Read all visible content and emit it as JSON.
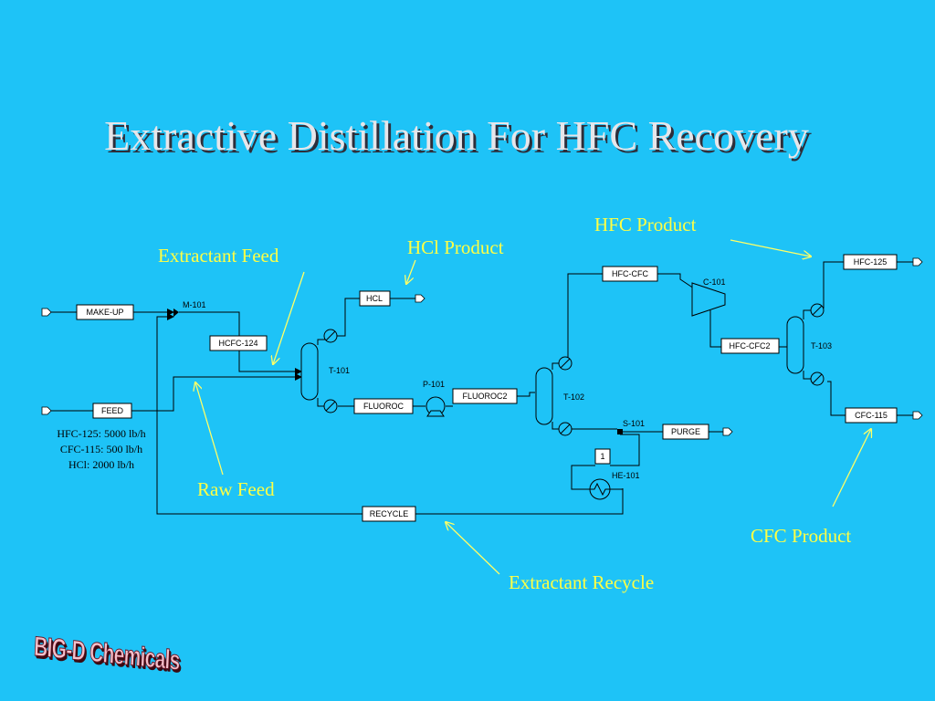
{
  "title": "Extractive Distillation For HFC Recovery",
  "streams": {
    "makeup": "MAKE-UP",
    "feed": "FEED",
    "hcfc124": "HCFC-124",
    "hcl": "HCL",
    "fluoroc": "FLUOROC",
    "fluoroc2": "FLUOROC2",
    "hfc_cfc": "HFC-CFC",
    "hfc_cfc2": "HFC-CFC2",
    "hfc125": "HFC-125",
    "cfc115": "CFC-115",
    "purge": "PURGE",
    "recycle": "RECYCLE",
    "one": "1"
  },
  "units": {
    "m101": "M-101",
    "t101": "T-101",
    "p101": "P-101",
    "t102": "T-102",
    "s101": "S-101",
    "he101": "HE-101",
    "c101": "C-101",
    "t103": "T-103"
  },
  "feed_info": [
    "HFC-125: 5000 lb/h",
    "CFC-115: 500 lb/h",
    "HCl: 2000 lb/h"
  ],
  "annotations": {
    "extractant_feed": "Extractant Feed",
    "hcl_product": "HCl Product",
    "hfc_product": "HFC Product",
    "raw_feed": "Raw Feed",
    "extractant_recycle": "Extractant Recycle",
    "cfc_product": "CFC Product"
  },
  "logo": "BIG-D Chemicals",
  "colors": {
    "background": "#1EC3F7",
    "title": "#E6E6EA",
    "annotation": "#FFFF44"
  }
}
